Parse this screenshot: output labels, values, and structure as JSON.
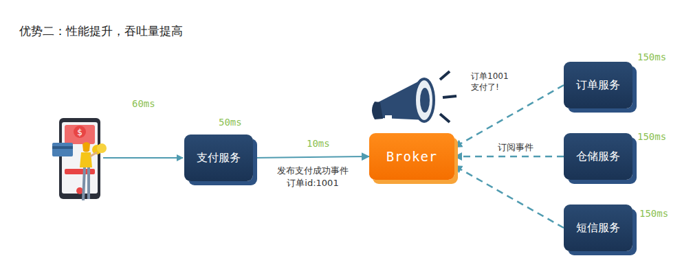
{
  "diagram": {
    "title": "优势二：性能提升，吞吐量提高",
    "nodes": [
      {
        "text": [
          "支付服务"
        ]
      },
      {
        "text": [
          "Broker"
        ]
      },
      {
        "text": [
          "订单服务"
        ]
      },
      {
        "text": [
          "仓储服务"
        ]
      },
      {
        "text": [
          "短信服务"
        ]
      }
    ],
    "edges": [
      {
        "from": 0,
        "to": 1,
        "arrow": "to",
        "label": "发布支付成功事件 订单id:1001"
      },
      {
        "from": 2,
        "to": 1,
        "arrow": "to"
      },
      {
        "from": 3,
        "to": 1,
        "arrow": "to",
        "label": "订阅事件"
      },
      {
        "from": 4,
        "to": 1,
        "arrow": "to"
      }
    ],
    "labels": [
      "60ms",
      "50ms",
      "10ms",
      "150ms",
      "150ms",
      "150ms",
      "订单1001 支付了!"
    ]
  }
}
